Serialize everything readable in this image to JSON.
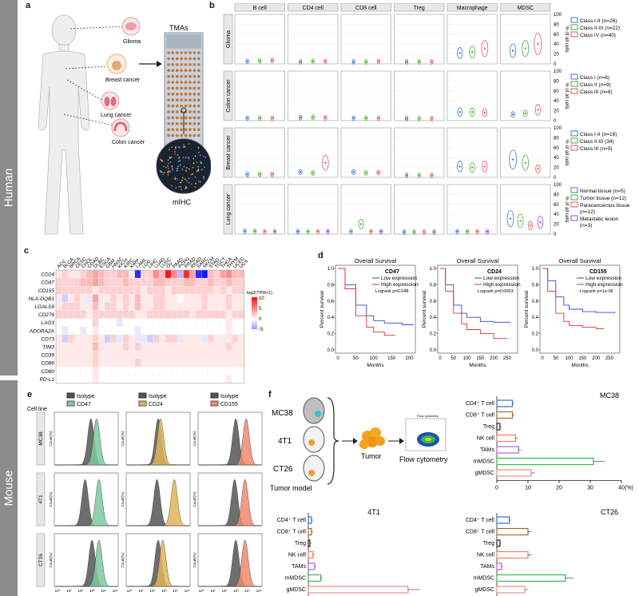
{
  "sides": {
    "human": "Human",
    "mouse": "Mouse"
  },
  "panel_labels": [
    "a",
    "b",
    "c",
    "d",
    "e",
    "f"
  ],
  "panel_a": {
    "cancers": [
      "Glioma",
      "Breast cancer",
      "Lung cancer",
      "Colon cancer"
    ],
    "tma": "TMAs",
    "mihc": "mIHC"
  },
  "panel_b": {
    "columns": [
      "B cell",
      "CD4 cell",
      "CD8 cell",
      "Treg",
      "Macrophage",
      "MDSC"
    ],
    "yticks": [
      "0",
      "20",
      "40",
      "60",
      "80",
      "100"
    ],
    "ylabel": "% of all cells",
    "colors": [
      "#3a78d6",
      "#4caf3a",
      "#e25a66",
      "#9b4bcc"
    ],
    "rows": [
      {
        "label": "Glioma",
        "legend": [
          "Class I-II (n=26)",
          "Class II-III (n=22)",
          "Class IV (n=40)"
        ],
        "values": [
          [
            2,
            3,
            4
          ],
          [
            1,
            2,
            2
          ],
          [
            1,
            1,
            2
          ],
          [
            1,
            1,
            1
          ],
          [
            20,
            22,
            30
          ],
          [
            25,
            30,
            40
          ]
        ]
      },
      {
        "label": "Colon cancer",
        "legend": [
          "Class I (n=6)",
          "Class II (n=9)",
          "Class III (n=8)"
        ],
        "values": [
          [
            2,
            2,
            2
          ],
          [
            3,
            4,
            3
          ],
          [
            2,
            2,
            2
          ],
          [
            1,
            1,
            1
          ],
          [
            15,
            15,
            14
          ],
          [
            10,
            12,
            20
          ]
        ]
      },
      {
        "label": "Breast cancer",
        "legend": [
          "Class I-II (n=19)",
          "Class II-III (34)",
          "Class III (n=9)"
        ],
        "values": [
          [
            3,
            3,
            3
          ],
          [
            8,
            6,
            28
          ],
          [
            8,
            6,
            7
          ],
          [
            1,
            1,
            1
          ],
          [
            20,
            18,
            20
          ],
          [
            35,
            28,
            15
          ]
        ]
      },
      {
        "label": "Lung cancer",
        "legend": [
          "Normal tissue (n=5)",
          "Tumor tissue (n=12)",
          "Paracancerous tissue (n=12)",
          "Metastatic lesion (n=3)"
        ],
        "values": [
          [
            3,
            3,
            2,
            2
          ],
          [
            2,
            2,
            2,
            2
          ],
          [
            2,
            18,
            2,
            2
          ],
          [
            1,
            1,
            1,
            1
          ],
          [
            2,
            2,
            2,
            2
          ],
          [
            30,
            25,
            15,
            22
          ]
        ]
      }
    ]
  },
  "panel_c": {
    "cancer_types": [
      "ACC",
      "BLCA",
      "BRCA",
      "CESC",
      "CHOL",
      "COAD",
      "DLBC",
      "ESCA",
      "GBM",
      "HNSC",
      "KICH",
      "KIRC",
      "KIRP",
      "LAML",
      "LGG",
      "LIHC",
      "LUAD",
      "LUSC",
      "OV",
      "PAAD",
      "PCPG",
      "PRAD",
      "READ",
      "SARC",
      "SKCM",
      "STAD",
      "TGCT",
      "THCA",
      "THYM",
      "UCEC",
      "UCS"
    ],
    "genes": [
      "CD24",
      "CD47",
      "CD155",
      "HLA-DQB1",
      "LGALS9",
      "CD276",
      "LAG3",
      "ADORA2A",
      "CD73",
      "TIM3",
      "CD39",
      "CD86",
      "CD80",
      "PD-L1"
    ],
    "legend_title": "log2(TPM+1)",
    "legend_ticks": [
      "10",
      "5",
      "0",
      "-5"
    ],
    "matrix": [
      [
        1,
        2,
        1,
        1,
        2,
        3,
        4,
        3,
        2,
        2,
        3,
        3,
        1,
        -9,
        2,
        2,
        5,
        3,
        10,
        5,
        -3,
        9,
        4,
        -9,
        -10,
        3,
        2,
        4,
        5,
        3,
        3
      ],
      [
        2,
        2,
        2,
        2,
        3,
        3,
        4,
        3,
        2,
        2,
        2,
        3,
        2,
        2,
        2,
        2,
        3,
        3,
        2,
        2,
        2,
        3,
        3,
        2,
        2,
        3,
        2,
        2,
        3,
        2,
        2
      ],
      [
        2,
        2,
        2,
        2,
        2,
        2,
        1,
        2,
        2,
        2,
        2,
        2,
        2,
        2,
        1,
        2,
        2,
        2,
        1,
        2,
        2,
        2,
        2,
        2,
        2,
        2,
        1,
        2,
        1,
        2,
        2
      ],
      [
        1,
        -2,
        1,
        2,
        1,
        -1,
        4,
        1,
        1,
        2,
        1,
        2,
        1,
        3,
        1,
        1,
        2,
        2,
        1,
        1,
        0,
        1,
        1,
        1,
        2,
        1,
        1,
        1,
        2,
        1,
        1
      ],
      [
        1,
        2,
        2,
        2,
        1,
        1,
        3,
        1,
        2,
        2,
        1,
        2,
        1,
        3,
        1,
        1,
        2,
        2,
        1,
        1,
        1,
        1,
        1,
        1,
        2,
        1,
        1,
        1,
        2,
        1,
        1
      ],
      [
        2,
        2,
        2,
        2,
        2,
        1,
        2,
        2,
        2,
        2,
        2,
        2,
        2,
        1,
        1,
        2,
        2,
        2,
        2,
        2,
        2,
        2,
        1,
        2,
        2,
        2,
        2,
        2,
        1,
        2,
        2
      ],
      [
        0,
        0,
        0,
        0,
        0,
        0,
        2,
        0,
        0,
        0,
        -1,
        0,
        0,
        0,
        0,
        0,
        0,
        0,
        0,
        0,
        0,
        0,
        0,
        0,
        0,
        0,
        0,
        0,
        1,
        0,
        0
      ],
      [
        0,
        -1,
        0,
        0,
        -1,
        0,
        1,
        0,
        0,
        0,
        0,
        0,
        0,
        -1,
        0,
        0,
        0,
        0,
        0,
        0,
        0,
        0,
        0,
        0,
        0,
        0,
        0,
        0,
        1,
        0,
        0
      ],
      [
        1,
        -2,
        2,
        1,
        1,
        1,
        2,
        1,
        -2,
        2,
        -1,
        2,
        1,
        -1,
        -1,
        -2,
        2,
        1,
        2,
        2,
        -1,
        1,
        1,
        1,
        -1,
        2,
        1,
        1,
        1,
        2,
        1
      ],
      [
        1,
        1,
        1,
        1,
        1,
        1,
        3,
        1,
        1,
        1,
        1,
        2,
        1,
        2,
        1,
        1,
        1,
        1,
        1,
        1,
        1,
        1,
        1,
        1,
        1,
        1,
        1,
        1,
        2,
        1,
        1
      ],
      [
        1,
        1,
        1,
        1,
        1,
        1,
        2,
        1,
        1,
        1,
        1,
        1,
        1,
        1,
        1,
        1,
        1,
        1,
        1,
        1,
        1,
        1,
        1,
        1,
        1,
        1,
        1,
        1,
        1,
        1,
        1
      ],
      [
        1,
        1,
        1,
        1,
        1,
        1,
        2,
        1,
        1,
        1,
        1,
        1,
        1,
        2,
        1,
        1,
        1,
        1,
        1,
        1,
        1,
        1,
        1,
        1,
        1,
        1,
        1,
        1,
        1,
        1,
        1
      ],
      [
        0,
        0,
        0,
        0,
        0,
        0,
        1,
        0,
        0,
        0,
        0,
        0,
        0,
        0,
        0,
        0,
        0,
        0,
        0,
        0,
        0,
        0,
        0,
        0,
        0,
        0,
        0,
        0,
        0,
        0,
        0
      ],
      [
        0,
        0,
        0,
        0,
        0,
        0,
        1,
        0,
        0,
        0,
        0,
        0,
        0,
        0,
        0,
        0,
        0,
        0,
        0,
        0,
        0,
        0,
        0,
        0,
        0,
        0,
        0,
        0,
        1,
        0,
        0
      ]
    ]
  },
  "panel_d": {
    "title": "Overall Survival",
    "ylabel": "Percent survival",
    "xlabel": "Months",
    "low": "Low expression",
    "high": "High expression",
    "yticks": [
      "0.0",
      "0.2",
      "0.4",
      "0.6",
      "0.8",
      "1.0"
    ],
    "plots": [
      {
        "gene": "CD47",
        "p": "Logrank p=0.048",
        "xticks": [
          "0",
          "50",
          "100",
          "150",
          "200"
        ],
        "xmax": 210,
        "low_curve": [
          [
            0,
            1
          ],
          [
            20,
            0.8
          ],
          [
            50,
            0.55
          ],
          [
            80,
            0.42
          ],
          [
            100,
            0.36
          ],
          [
            130,
            0.33
          ],
          [
            180,
            0.31
          ],
          [
            210,
            0.3
          ]
        ],
        "high_curve": [
          [
            0,
            1
          ],
          [
            20,
            0.75
          ],
          [
            50,
            0.42
          ],
          [
            80,
            0.28
          ],
          [
            100,
            0.22
          ],
          [
            130,
            0.18
          ],
          [
            160,
            0.18
          ]
        ]
      },
      {
        "gene": "CD24",
        "p": "Logrank p=0.0063",
        "xticks": [
          "0",
          "50",
          "100",
          "150",
          "200",
          "250"
        ],
        "xmax": 280,
        "low_curve": [
          [
            0,
            1
          ],
          [
            20,
            0.8
          ],
          [
            50,
            0.55
          ],
          [
            80,
            0.45
          ],
          [
            100,
            0.4
          ],
          [
            150,
            0.35
          ],
          [
            200,
            0.34
          ],
          [
            260,
            0.33
          ]
        ],
        "high_curve": [
          [
            0,
            1
          ],
          [
            20,
            0.72
          ],
          [
            50,
            0.45
          ],
          [
            80,
            0.32
          ],
          [
            100,
            0.25
          ],
          [
            150,
            0.2
          ],
          [
            200,
            0.14
          ],
          [
            250,
            0.14
          ]
        ]
      },
      {
        "gene": "CD155",
        "p": "Logrank p=1e-06",
        "xticks": [
          "0",
          "50",
          "100",
          "150",
          "200",
          "250"
        ],
        "xmax": 280,
        "low_curve": [
          [
            0,
            1
          ],
          [
            20,
            0.85
          ],
          [
            50,
            0.65
          ],
          [
            80,
            0.55
          ],
          [
            100,
            0.5
          ],
          [
            150,
            0.47
          ],
          [
            200,
            0.46
          ],
          [
            270,
            0.45
          ]
        ],
        "high_curve": [
          [
            0,
            1
          ],
          [
            20,
            0.72
          ],
          [
            50,
            0.45
          ],
          [
            80,
            0.35
          ],
          [
            100,
            0.3
          ],
          [
            150,
            0.28
          ],
          [
            200,
            0.26
          ],
          [
            230,
            0.26
          ]
        ]
      }
    ]
  },
  "panel_e": {
    "cell_line_label": "Cell line",
    "cell_lines": [
      "MC38",
      "4T1",
      "CT26"
    ],
    "isotype": "Isotype",
    "ylabel": "Count(%)",
    "xticks": [
      "10⁰",
      "10¹",
      "10²",
      "10³",
      "10⁴",
      "10⁵"
    ],
    "columns": [
      {
        "marker": "CD47",
        "color": "#7ec9a0",
        "peaks": [
          3.4,
          3.6,
          3.6
        ]
      },
      {
        "marker": "CD24",
        "color": "#e0b45a",
        "peaks": [
          2.7,
          3.9,
          2.9
        ]
      },
      {
        "marker": "CD155",
        "color": "#ef8a6f",
        "peaks": [
          3.9,
          3.8,
          3.8
        ]
      }
    ],
    "isotype_peaks": [
      [
        2.9,
        2.4,
        3.0
      ],
      [
        2.5,
        2.4,
        2.5
      ],
      [
        3.0,
        2.9,
        3.0
      ]
    ]
  },
  "panel_f": {
    "mice": [
      "MC38",
      "4T1",
      "CT26"
    ],
    "tumor": "Tumor",
    "tumor_model": "Tumor model",
    "flow": "Flow cytometry",
    "flow_small": "Flow cytometry",
    "xlabel": "(%)",
    "xticks": [
      "0",
      "10",
      "20",
      "30",
      "40"
    ],
    "categories": [
      "CD4⁺ T cell",
      "CD8⁺ T cell",
      "Treg",
      "NK cell",
      "TAMs",
      "mMDSC",
      "gMDSC"
    ],
    "bar_colors": [
      "#2f6fd1",
      "#a5692a",
      "#222222",
      "#ef7b62",
      "#b061d6",
      "#38b84a",
      "#ef8a8a"
    ],
    "charts": [
      {
        "title": "MC38",
        "values": [
          5,
          5,
          1,
          6,
          7,
          31,
          11
        ]
      },
      {
        "title": "4T1",
        "values": [
          1,
          1,
          0.5,
          1.5,
          2,
          4,
          32
        ]
      },
      {
        "title": "CT26",
        "values": [
          4,
          10,
          1,
          10,
          1.5,
          22,
          9
        ]
      }
    ]
  },
  "chart_data": [
    {
      "type": "heatmap",
      "title": "",
      "rows": [
        "CD24",
        "CD47",
        "CD155",
        "HLA-DQB1",
        "LGALS9",
        "CD276",
        "LAG3",
        "ADORA2A",
        "CD73",
        "TIM3",
        "CD39",
        "CD86",
        "CD80",
        "PD-L1"
      ],
      "legend": "log2(TPM+1)"
    },
    {
      "type": "bar",
      "title": "MC38",
      "categories": [
        "CD4⁺ T cell",
        "CD8⁺ T cell",
        "Treg",
        "NK cell",
        "TAMs",
        "mMDSC",
        "gMDSC"
      ],
      "values": [
        5,
        5,
        1,
        6,
        7,
        31,
        11
      ],
      "xlim": [
        0,
        40
      ]
    },
    {
      "type": "bar",
      "title": "4T1",
      "categories": [
        "CD4⁺ T cell",
        "CD8⁺ T cell",
        "Treg",
        "NK cell",
        "TAMs",
        "mMDSC",
        "gMDSC"
      ],
      "values": [
        1,
        1,
        0.5,
        1.5,
        2,
        4,
        32
      ],
      "xlim": [
        0,
        40
      ]
    },
    {
      "type": "bar",
      "title": "CT26",
      "categories": [
        "CD4⁺ T cell",
        "CD8⁺ T cell",
        "Treg",
        "NK cell",
        "TAMs",
        "mMDSC",
        "gMDSC"
      ],
      "values": [
        4,
        10,
        1,
        10,
        1.5,
        22,
        9
      ],
      "xlim": [
        0,
        40
      ]
    },
    {
      "type": "line",
      "title": "Overall Survival",
      "series": [
        {
          "name": "Low expression"
        },
        {
          "name": "High expression"
        }
      ]
    }
  ]
}
